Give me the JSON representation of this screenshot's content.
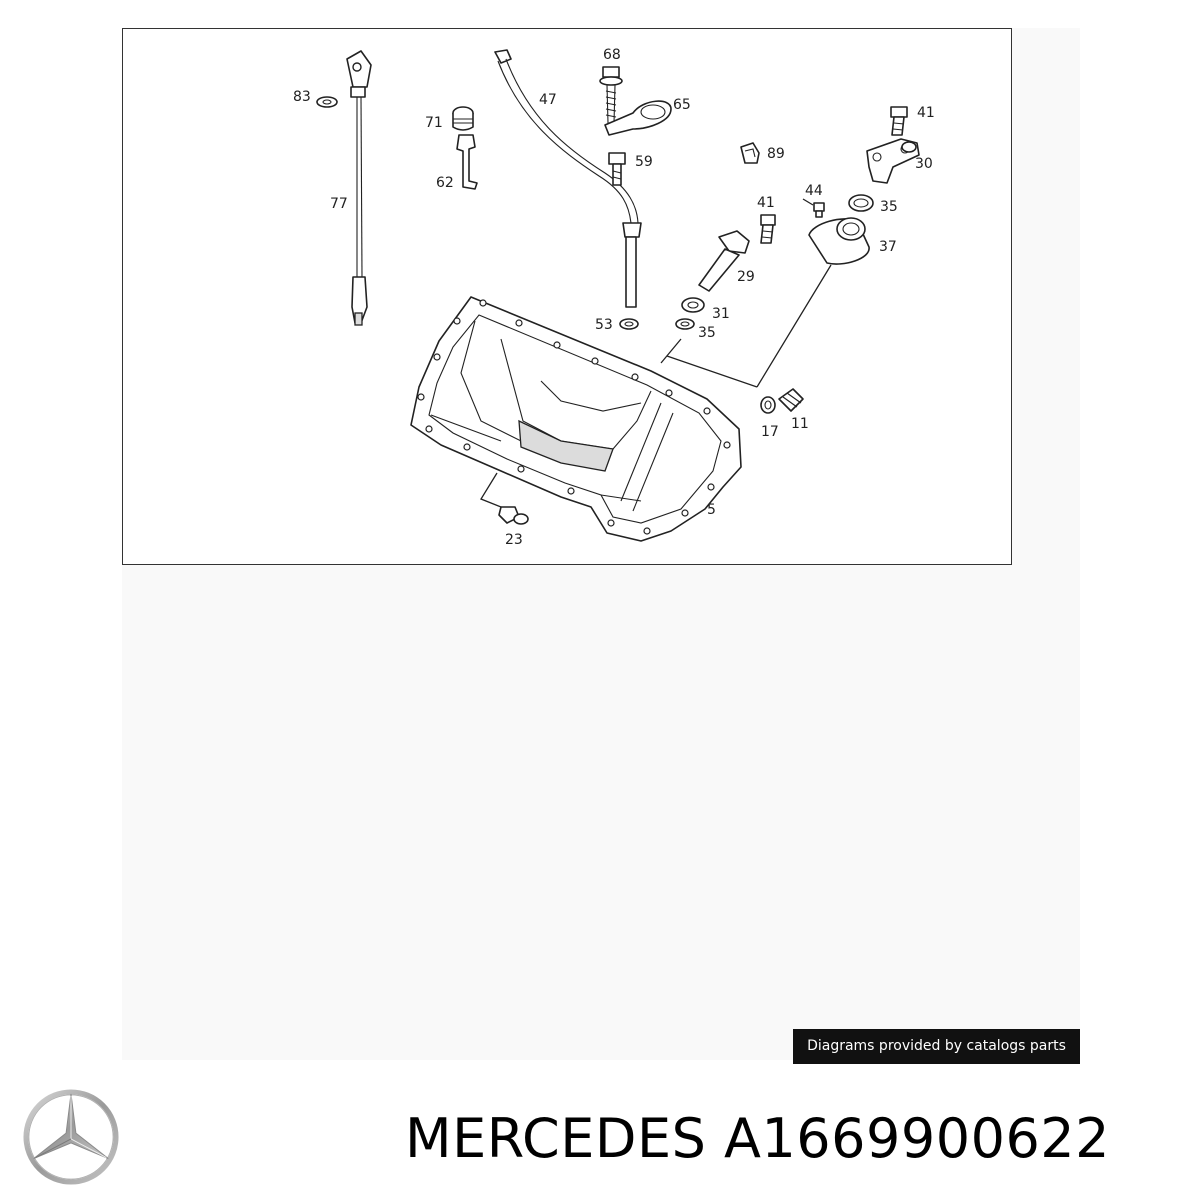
{
  "diagram": {
    "callouts": {
      "c83": "83",
      "c77": "77",
      "c71": "71",
      "c62": "62",
      "c47": "47",
      "c68": "68",
      "c65": "65",
      "c59": "59",
      "c89": "89",
      "c41a": "41",
      "c30": "30",
      "c44": "44",
      "c35a": "35",
      "c41b": "41",
      "c37": "37",
      "c29": "29",
      "c31": "31",
      "c53": "53",
      "c35b": "35",
      "c17": "17",
      "c11": "11",
      "c5": "5",
      "c23": "23"
    }
  },
  "credit": "Diagrams provided by catalogs parts",
  "brand_title": "MERCEDES A1669900622",
  "colors": {
    "credit_bg": "#111111",
    "frame_border": "#333333",
    "canvas_bg": "#f9f9f9"
  }
}
